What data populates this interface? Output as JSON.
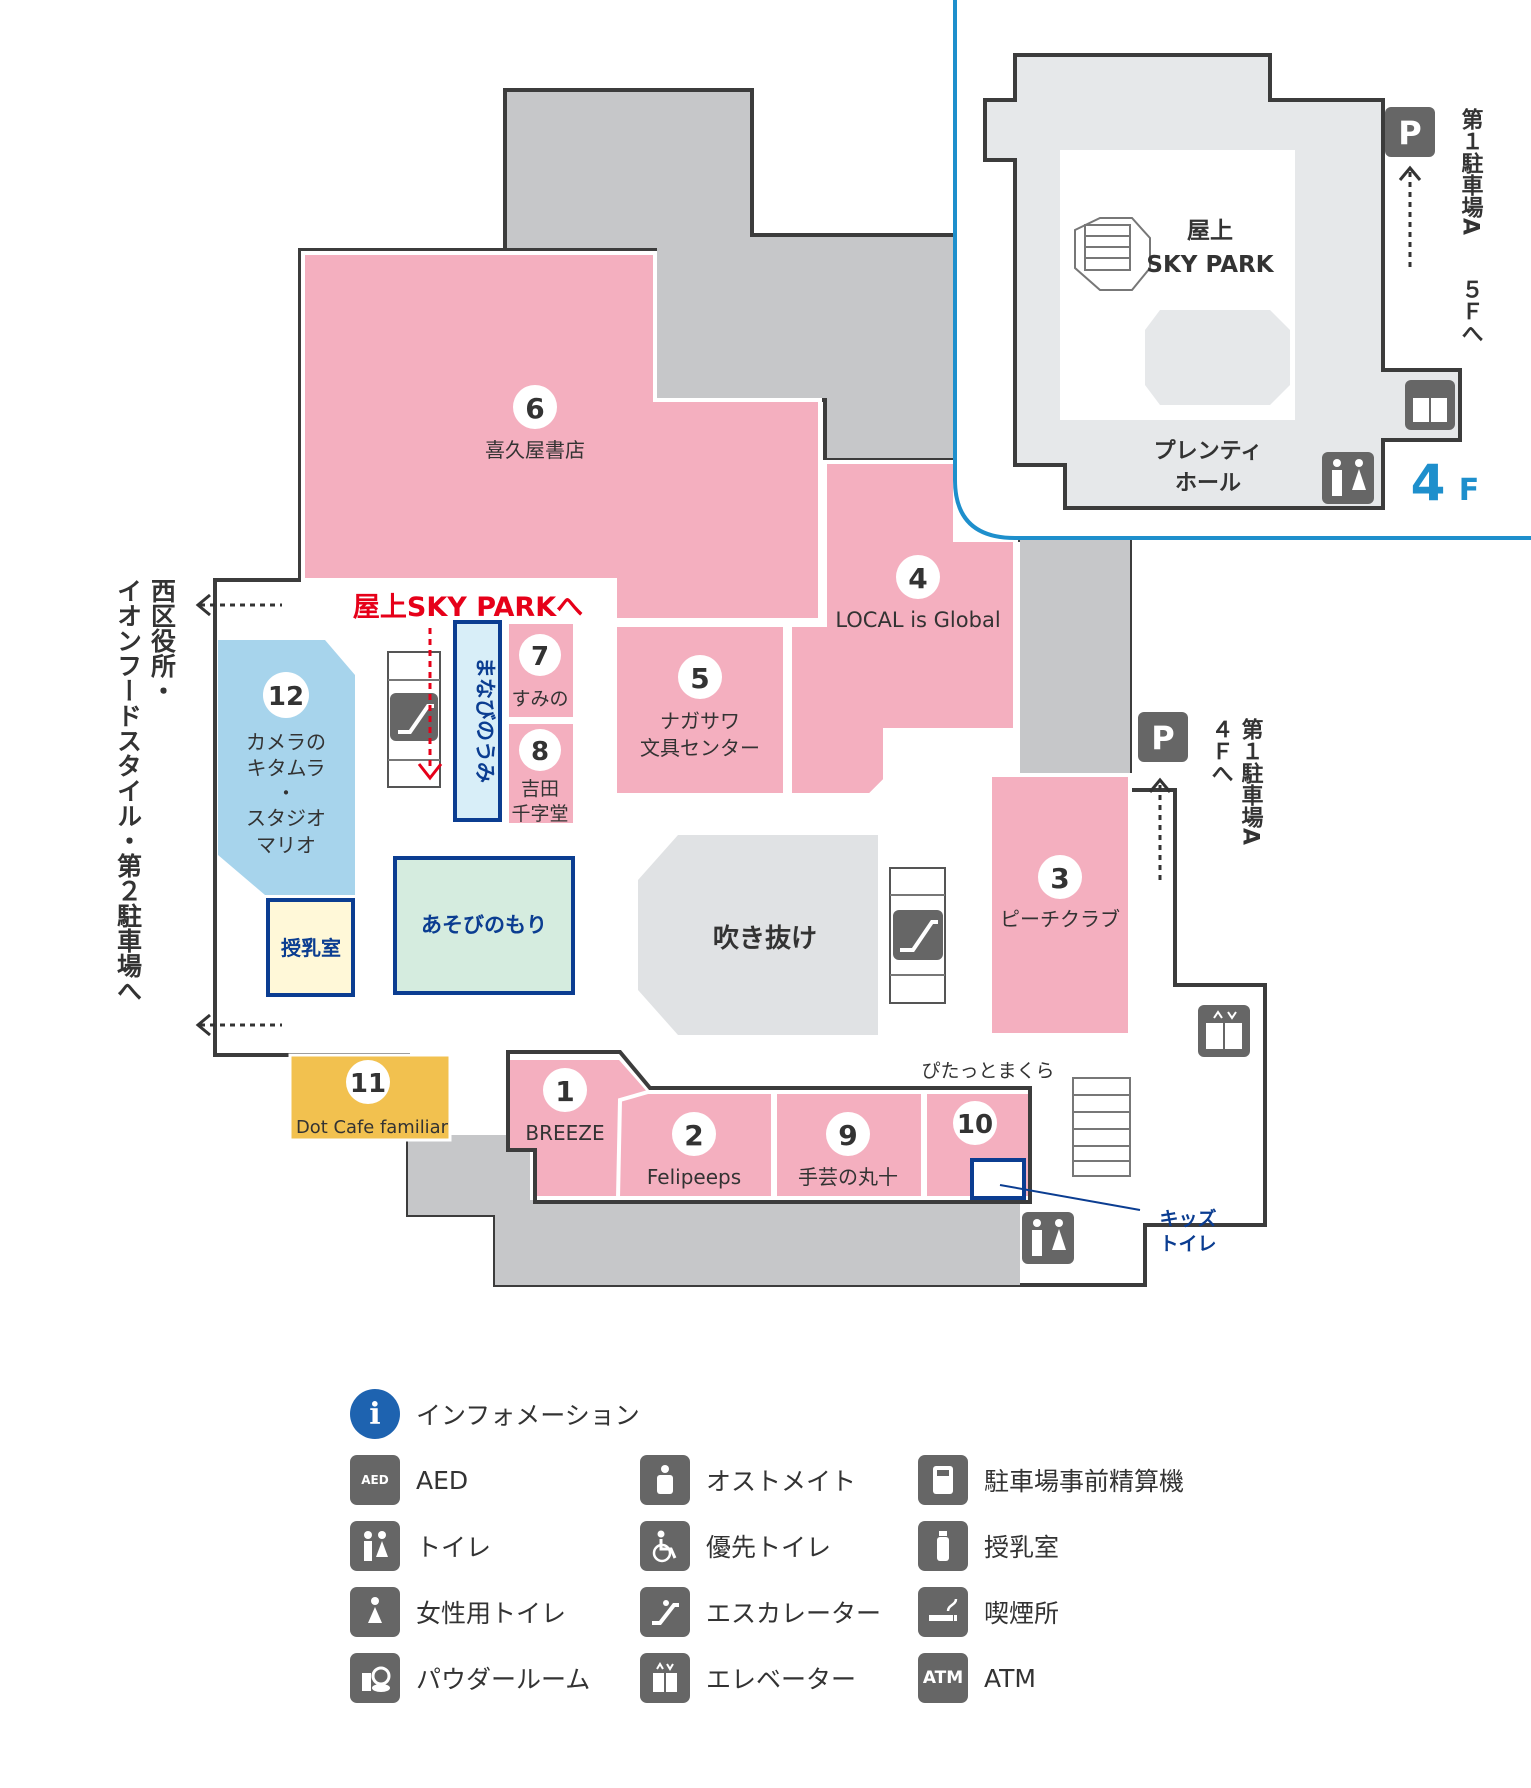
{
  "map": {
    "floor_label": "4",
    "floor_suffix": "F",
    "shops": [
      {
        "no": "6",
        "name": "喜久屋書店"
      },
      {
        "no": "4",
        "name": "LOCAL is Global"
      },
      {
        "no": "5",
        "name1": "ナガサワ",
        "name2": "文具センター"
      },
      {
        "no": "7",
        "name": "すみの"
      },
      {
        "no": "8",
        "name1": "吉田",
        "name2": "千字堂"
      },
      {
        "no": "12",
        "name1": "カメラの",
        "name2": "キタムラ",
        "name3": "・",
        "name4": "スタジオ",
        "name5": "マリオ"
      },
      {
        "no": "3",
        "name": "ピーチクラブ"
      },
      {
        "no": "11",
        "name": "Dot Cafe familiar"
      },
      {
        "no": "1",
        "name": "BREEZE"
      },
      {
        "no": "2",
        "name": "Felipeeps"
      },
      {
        "no": "9",
        "name": "手芸の丸十"
      },
      {
        "no": "10",
        "name": "ぴたっとまくら"
      }
    ],
    "facilities": {
      "manabi": "まなびのうみ",
      "asobi": "あそびのもり",
      "nursing": "授乳室",
      "atrium": "吹き抜け",
      "kids_toilet1": "キッズ",
      "kids_toilet2": "トイレ"
    },
    "directions": {
      "sky_park": "屋上SKY PARKへ",
      "west_line1": "西区役所・",
      "west_line2": "イオンフードスタイル・第２駐車場へ",
      "parking_4f_a": "第１駐車場A",
      "parking_4f_b": "４Ｆへ",
      "parking_5f_a": "第１駐車場A",
      "parking_5f_b": "５Ｆへ",
      "parking_sign": "P"
    },
    "inset": {
      "roof_title": "屋上",
      "roof_name": "SKY PARK",
      "hall1": "プレンティ",
      "hall2": "ホール"
    }
  },
  "legend": {
    "items": [
      {
        "icon": "info-icon",
        "label": "インフォメーション"
      },
      {
        "icon": "aed-icon",
        "label": "AED"
      },
      {
        "icon": "toilet-icon",
        "label": "トイレ"
      },
      {
        "icon": "female-toilet-icon",
        "label": "女性用トイレ"
      },
      {
        "icon": "powder-room-icon",
        "label": "パウダールーム"
      },
      {
        "icon": "ostomate-icon",
        "label": "オストメイト"
      },
      {
        "icon": "accessible-toilet-icon",
        "label": "優先トイレ"
      },
      {
        "icon": "escalator-icon",
        "label": "エスカレーター"
      },
      {
        "icon": "elevator-icon",
        "label": "エレベーター"
      },
      {
        "icon": "parking-payment-icon",
        "label": "駐車場事前精算機"
      },
      {
        "icon": "nursing-room-icon",
        "label": "授乳室"
      },
      {
        "icon": "smoking-area-icon",
        "label": "喫煙所"
      },
      {
        "icon": "atm-icon",
        "label": "ATM"
      }
    ],
    "aed_text": "AED",
    "atm_text": "ATM",
    "info_text": "i"
  },
  "colors": {
    "shop_pink": "#f4afbf",
    "facility_blue": "#a7d4ec",
    "facility_green": "#d5ecdf",
    "cafe_yellow": "#f2c14f",
    "nursing_yellow": "#fff8d8",
    "service_gray": "#c6c7c9",
    "walkway_light": "#e6e8ea",
    "inset_border": "#1e8fcc",
    "accent_red": "#e60019",
    "dark_blue": "#0b3d91"
  }
}
